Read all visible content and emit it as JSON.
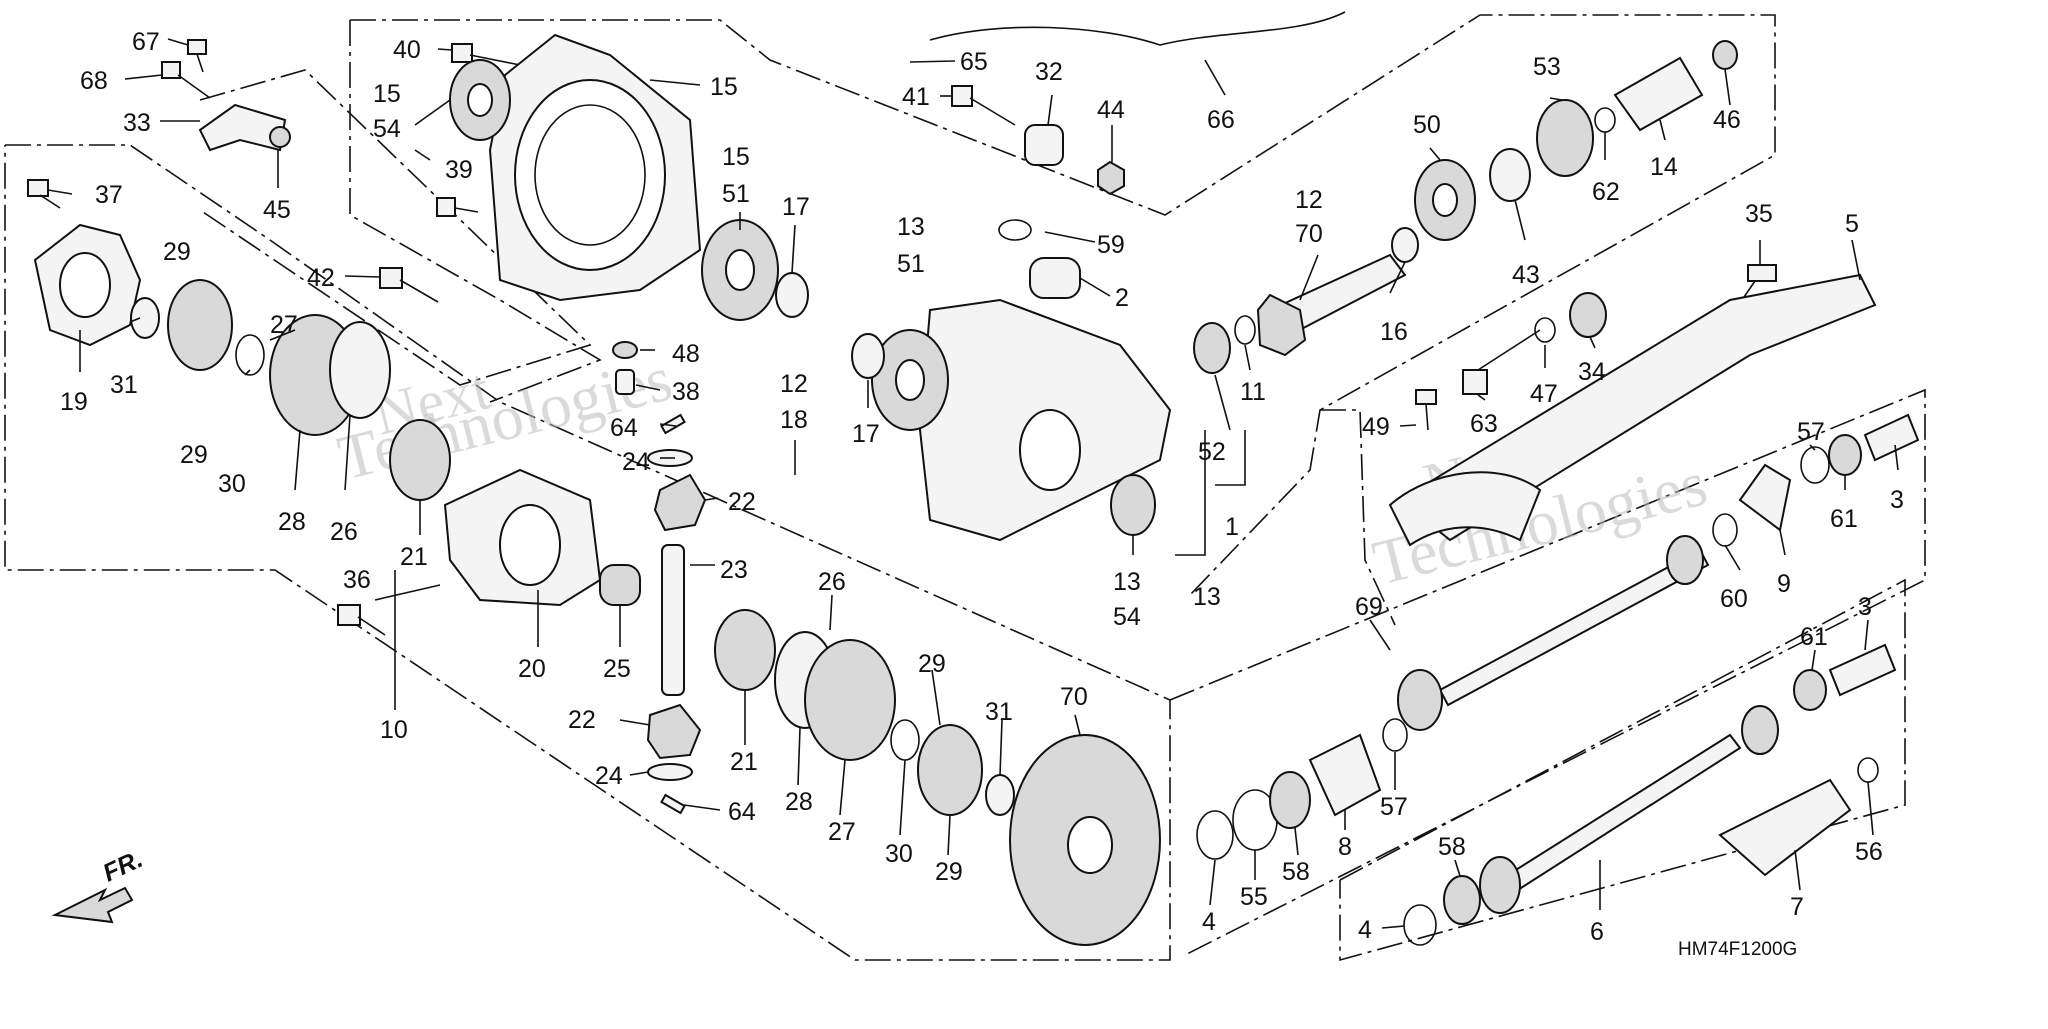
{
  "diagram": {
    "code": "HM74F1200G",
    "fr_label": "FR.",
    "watermark": [
      "Next",
      "Technologies"
    ],
    "callouts": [
      "67",
      "68",
      "33",
      "45",
      "40",
      "15",
      "54",
      "39",
      "42",
      "15",
      "15",
      "65",
      "41",
      "32",
      "44",
      "66",
      "51",
      "17",
      "13",
      "51",
      "59",
      "2",
      "12",
      "70",
      "16",
      "50",
      "43",
      "53",
      "62",
      "14",
      "46",
      "35",
      "5",
      "37",
      "29",
      "27",
      "19",
      "31",
      "29",
      "30",
      "28",
      "26",
      "21",
      "36",
      "20",
      "48",
      "38",
      "64",
      "24",
      "22",
      "23",
      "25",
      "12",
      "18",
      "17",
      "11",
      "52",
      "1",
      "13",
      "54",
      "13",
      "47",
      "34",
      "63",
      "49",
      "57",
      "61",
      "3",
      "9",
      "60",
      "69",
      "26",
      "22",
      "24",
      "64",
      "21",
      "28",
      "27",
      "29",
      "30",
      "31",
      "29",
      "70",
      "10",
      "4",
      "55",
      "58",
      "8",
      "57",
      "3",
      "61",
      "58",
      "4",
      "6",
      "56",
      "7"
    ]
  }
}
